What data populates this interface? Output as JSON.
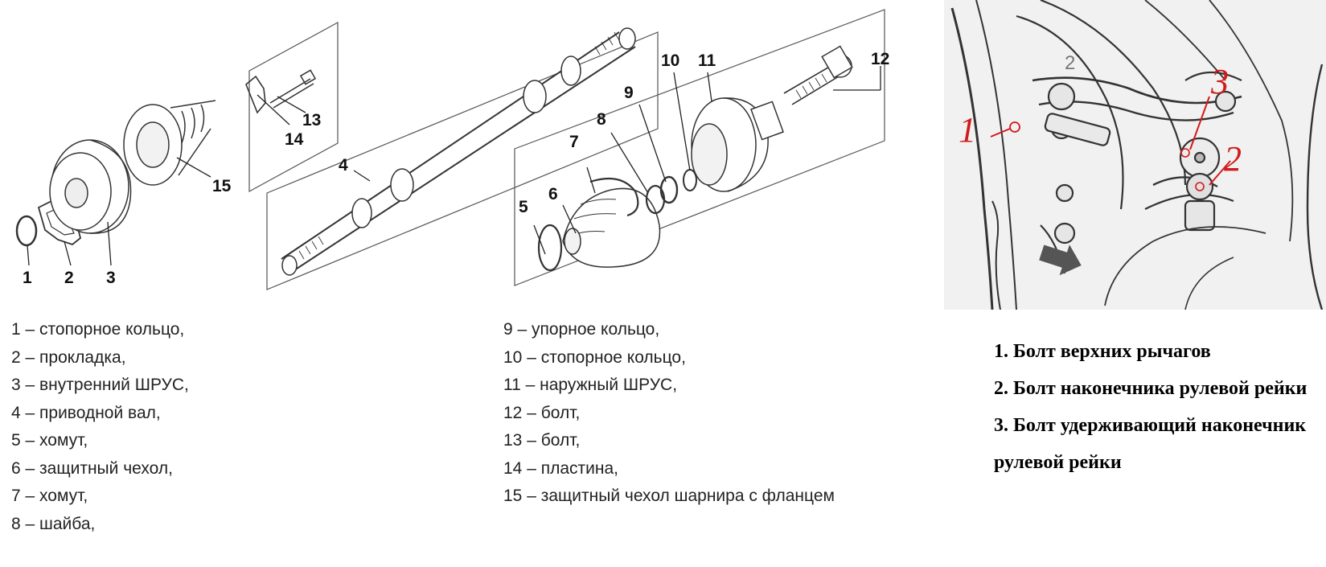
{
  "parts_diagram": {
    "callouts": [
      "1",
      "2",
      "3",
      "4",
      "5",
      "6",
      "7",
      "8",
      "9",
      "10",
      "11",
      "12",
      "13",
      "14",
      "15"
    ]
  },
  "legend": {
    "column_1": [
      "1 – стопорное кольцо,",
      "2 – прокладка,",
      "3 – внутренний ШРУС,",
      "4 – приводной вал,",
      "5 – хомут,",
      "6 – защитный чехол,",
      "7 – хомут,",
      "8 – шайба,"
    ],
    "column_2": [
      "9 – упорное кольцо,",
      "10 – стопорное кольцо,",
      "11 – наружный ШРУС,",
      "12 – болт,",
      "13 – болт,",
      "14 – пластина,",
      "15 – защитный чехол шарнира с фланцем"
    ]
  },
  "photo": {
    "annotations": [
      "1",
      "2",
      "3"
    ],
    "printed_label": "2"
  },
  "photo_legend": [
    "1. Болт верхних рычагов",
    "2. Болт наконечника рулевой рейки",
    "3. Болт удерживающий наконечник рулевой рейки"
  ]
}
